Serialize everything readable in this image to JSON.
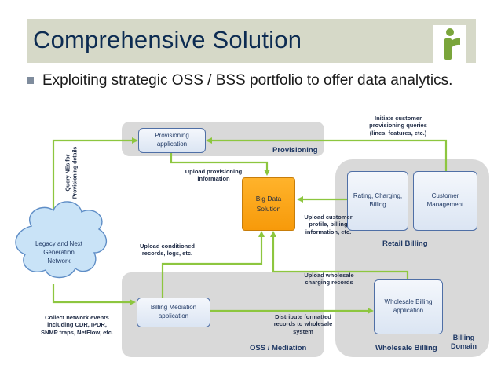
{
  "header": {
    "title": "Comprehensive Solution"
  },
  "bullet": {
    "text": "Exploiting strategic OSS / BSS portfolio to offer data analytics."
  },
  "regions": {
    "provisioning": "Provisioning",
    "retail_billing": "Retail Billing",
    "oss_mediation": "OSS / Mediation",
    "wholesale_billing": "Wholesale Billing",
    "billing_domain": [
      "Billing",
      "Domain"
    ]
  },
  "nodes": {
    "provisioning_app": [
      "Provisioning",
      "application"
    ],
    "big_data": [
      "Big Data",
      "Solution"
    ],
    "rating_charging": [
      "Rating, Charging,",
      "Billing"
    ],
    "customer_mgmt": [
      "Customer",
      "Management"
    ],
    "legacy_network": [
      "Legacy and Next",
      "Generation",
      "Network"
    ],
    "billing_mediation": [
      "Billing Mediation",
      "application"
    ],
    "wholesale_app": [
      "Wholesale Billing",
      "application"
    ]
  },
  "edge_labels": {
    "initiate": [
      "Initiate customer",
      "provisioning queries",
      "(lines, features, etc.)"
    ],
    "query_nes": [
      "Query NEs for",
      "Provisioning details"
    ],
    "upload_provisioning": [
      "Upload provisioning",
      "information"
    ],
    "upload_customer": [
      "Upload customer",
      "profile, billing",
      "information, etc."
    ],
    "upload_conditioned": [
      "Upload conditioned",
      "records, logs, etc."
    ],
    "upload_wholesale": [
      "Upload wholesale",
      "charging records"
    ],
    "collect_events": [
      "Collect network events",
      "including CDR, IPDR,",
      "SNMP traps, NetFlow, etc."
    ],
    "distribute": [
      "Distribute formatted",
      "records to wholesale",
      "system"
    ]
  },
  "colors": {
    "title_bar": "#d6d9c8",
    "title_text": "#0d2c52",
    "arrow": "#8dc63f",
    "region": "#d9d9d9",
    "big_data": "#f7a21b",
    "cloud": "#c9e3f7",
    "logo": "#7aa53b"
  },
  "icons": {
    "logo": "letter-r-logo",
    "bullet": "square-bullet-icon"
  }
}
